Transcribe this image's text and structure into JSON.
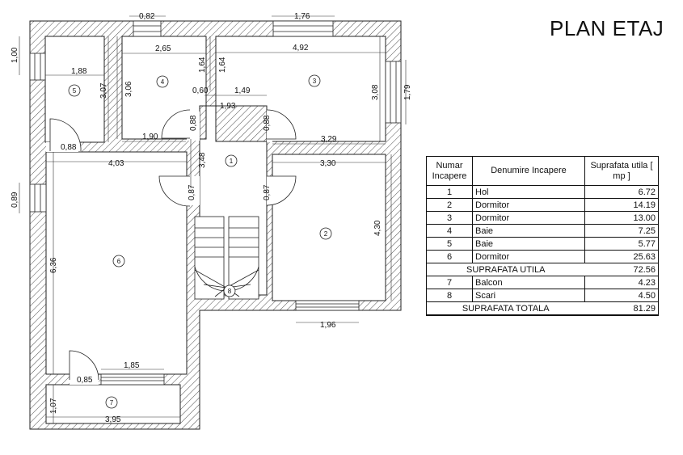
{
  "title": "PLAN ETAJ",
  "table": {
    "headers": [
      "Numar Incapere",
      "Denumire Incapere",
      "Suprafata utila [ mp ]"
    ],
    "rows": [
      {
        "nr": "1",
        "name": "Hol",
        "area": "6.72"
      },
      {
        "nr": "2",
        "name": "Dormitor",
        "area": "14.19"
      },
      {
        "nr": "3",
        "name": "Dormitor",
        "area": "13.00"
      },
      {
        "nr": "4",
        "name": "Baie",
        "area": "7.25"
      },
      {
        "nr": "5",
        "name": "Baie",
        "area": "5.77"
      },
      {
        "nr": "6",
        "name": "Dormitor",
        "area": "25.63"
      }
    ],
    "subtotal_label": "SUPRAFATA UTILA",
    "subtotal_value": "72.56",
    "extra_rows": [
      {
        "nr": "7",
        "name": "Balcon",
        "area": "4.23"
      },
      {
        "nr": "8",
        "name": "Scari",
        "area": "4.50"
      }
    ],
    "total_label": "SUPRAFATA TOTALA",
    "total_value": "81.29"
  },
  "rooms": {
    "r1": "1",
    "r2": "2",
    "r3": "3",
    "r4": "4",
    "r5": "5",
    "r6": "6",
    "r7": "7",
    "r8": "8"
  },
  "dimensions": {
    "d_0_82": "0,82",
    "d_1_76": "1,76",
    "d_1_00": "1,00",
    "d_1_88": "1,88",
    "d_2_65": "2,65",
    "d_4_92": "4,92",
    "d_3_07": "3,07",
    "d_3_06": "3,06",
    "d_1_64a": "1,64",
    "d_1_64b": "1,64",
    "d_3_08": "3,08",
    "d_1_79": "1,79",
    "d_0_60": "0,60",
    "d_1_49": "1,49",
    "d_1_93": "1,93",
    "d_0_88a": "0,88",
    "d_0_88b": "0,88",
    "d_1_90": "1,90",
    "d_3_29": "3,29",
    "d_0_88c": "0,88",
    "d_4_03": "4,03",
    "d_3_48": "3,48",
    "d_3_30": "3,30",
    "d_0_89": "0,89",
    "d_0_87a": "0,87",
    "d_0_87b": "0,87",
    "d_4_30": "4,30",
    "d_6_36": "6,36",
    "d_1_96": "1,96",
    "d_1_85": "1,85",
    "d_0_85": "0,85",
    "d_1_07": "1,07",
    "d_3_95": "3,95"
  }
}
